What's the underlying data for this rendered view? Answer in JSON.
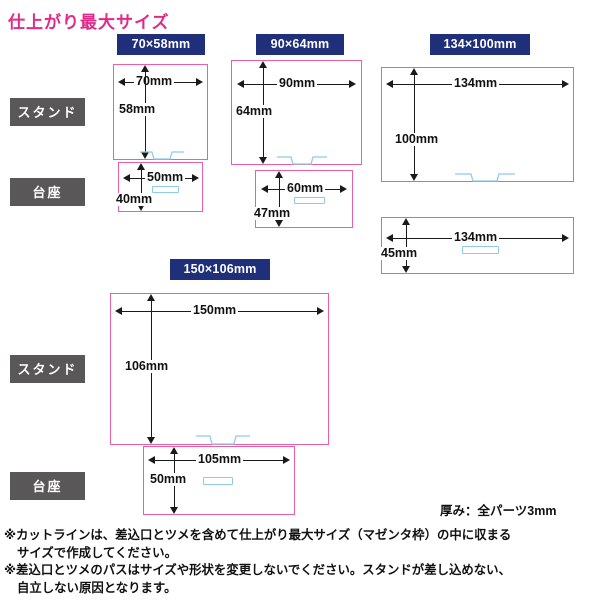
{
  "title": "仕上がり最大サイズ",
  "row_labels": {
    "stand": "スタンド",
    "base": "台座"
  },
  "colors": {
    "title": "#e2298a",
    "badge_bg": "#1f2f7a",
    "badge_text": "#ffffff",
    "row_label_bg": "#595757",
    "magenta_frame": "#ec5fa4",
    "slot_blue": "#8ecbe8",
    "dimension_line": "#1a1a1a"
  },
  "groups": [
    {
      "id": "group-70x58",
      "badge": "70×58mm",
      "stand": {
        "width_label": "70mm",
        "height_label": "58mm"
      },
      "base": {
        "width_label": "50mm",
        "height_label": "40mm"
      }
    },
    {
      "id": "group-90x64",
      "badge": "90×64mm",
      "stand": {
        "width_label": "90mm",
        "height_label": "64mm"
      },
      "base": {
        "width_label": "60mm",
        "height_label": "47mm"
      }
    },
    {
      "id": "group-134x100",
      "badge": "134×100mm",
      "stand": {
        "width_label": "134mm",
        "height_label": "100mm"
      },
      "base": {
        "width_label": "134mm",
        "height_label": "45mm"
      }
    },
    {
      "id": "group-150x106",
      "badge": "150×106mm",
      "stand": {
        "width_label": "150mm",
        "height_label": "106mm"
      },
      "base": {
        "width_label": "105mm",
        "height_label": "50mm"
      }
    }
  ],
  "thickness_note": "厚み：全パーツ3mm",
  "footnotes": [
    {
      "line1": "※カットラインは、差込口とツメを含めて仕上がり最大サイズ（マゼンタ枠）の中に収まる",
      "line2": "サイズで作成してください。"
    },
    {
      "line1": "※差込口とツメのパスはサイズや形状を変更しないでください。スタンドが差し込めない、",
      "line2": "自立しない原因となります。"
    }
  ]
}
